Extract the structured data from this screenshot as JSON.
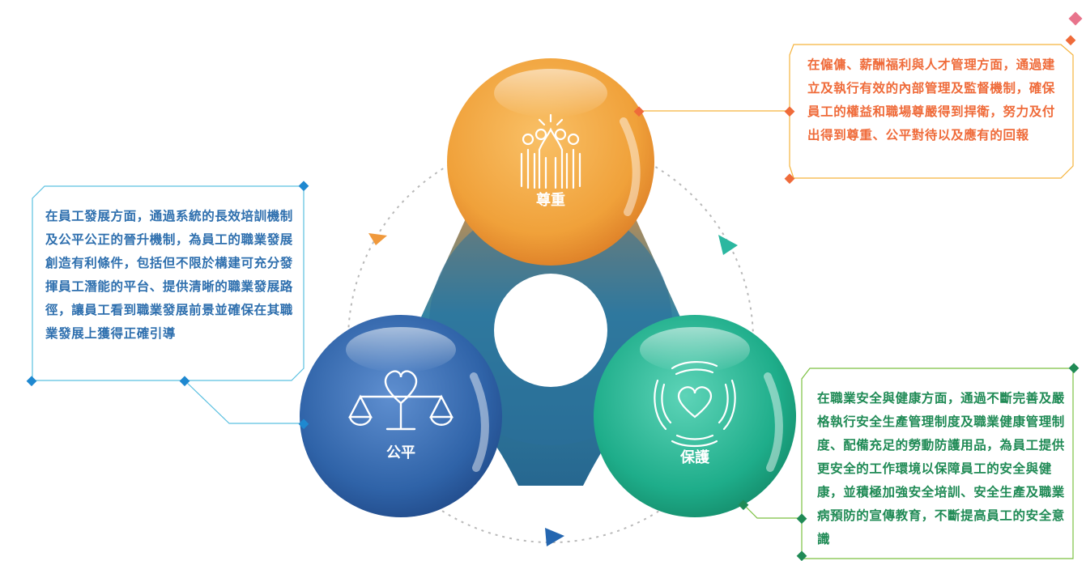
{
  "nodes": {
    "respect": {
      "label": "尊重",
      "icon": "high-five-group-icon",
      "color": "#f0a33c"
    },
    "fairness": {
      "label": "公平",
      "icon": "scale-heart-icon",
      "color": "#2f67a8"
    },
    "protection": {
      "label": "保護",
      "icon": "hands-heart-icon",
      "color": "#1fb08c"
    }
  },
  "descriptions": {
    "respect": "在僱傭、薪酬福利與人才管理方面，通過建立及執行有效的內部管理及監督機制，確保員工的權益和職場尊嚴得到捍衛，努力及付出得到尊重、公平對待以及應有的回報",
    "fairness": "在員工發展方面，通過系統的長效培訓機制及公平公正的晉升機制，為員工的職業發展創造有利條件，包括但不限於構建可充分發揮員工潛能的平台、提供清晰的職業發展路徑，讓員工看到職業發展前景並確保在其職業發展上獲得正確引導",
    "protection": "在職業安全與健康方面，通過不斷完善及嚴格執行安全生產管理制度及職業健康管理制度、配備充足的勞動防護用品，為員工提供更安全的工作環境以保障員工的安全與健康，並積極加強安全培訓、安全生產及職業病預防的宣傳教育，不斷提高員工的安全意識"
  },
  "colors": {
    "respect_text": "#ef6b3a",
    "fairness_text": "#2e6fae",
    "protection_text": "#1f8a55",
    "box_border_orange": "#f5b33c",
    "box_border_blue": "#5bc0e0",
    "box_border_green": "#7cc142"
  }
}
